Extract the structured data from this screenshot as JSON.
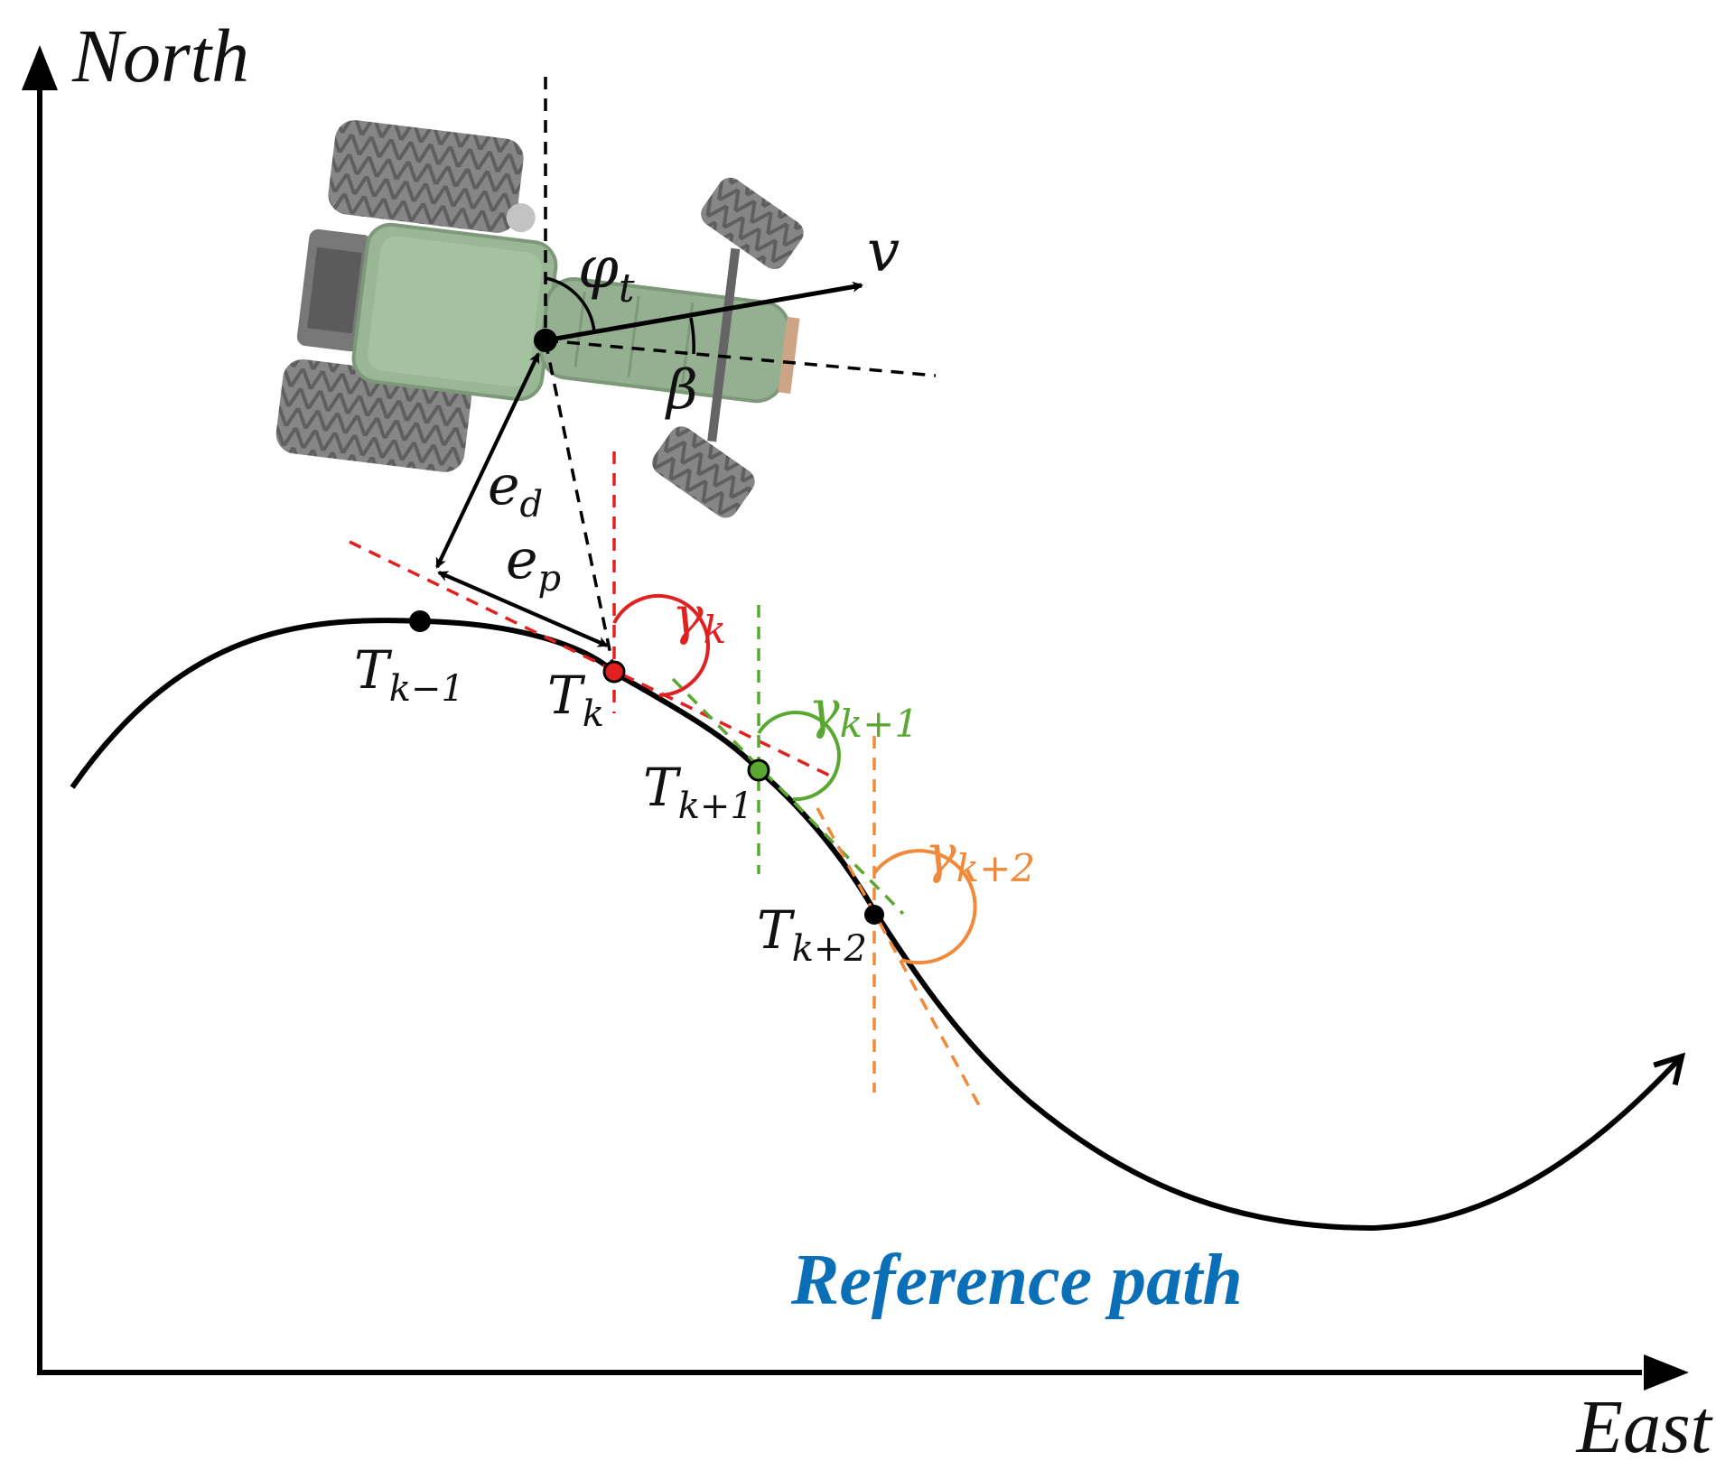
{
  "axes": {
    "north_label": "North",
    "east_label": "East"
  },
  "labels": {
    "velocity": "v",
    "heading": "φ",
    "heading_sub": "t",
    "slip": "β",
    "lateral_error": "e",
    "lateral_error_sub": "d",
    "preview_error": "e",
    "preview_error_sub": "p",
    "reference_path": "Reference path"
  },
  "points": [
    {
      "name": "T",
      "sub": "k−1"
    },
    {
      "name": "T",
      "sub": "k"
    },
    {
      "name": "T",
      "sub": "k+1"
    },
    {
      "name": "T",
      "sub": "k+2"
    }
  ],
  "angles": [
    {
      "symbol": "γ",
      "sub": "k",
      "color": "#e0211f"
    },
    {
      "symbol": "γ",
      "sub": "k+1",
      "color": "#5aa832"
    },
    {
      "symbol": "γ",
      "sub": "k+2",
      "color": "#f08a3a"
    }
  ],
  "colors": {
    "reference_path": "#0b6fb8",
    "tractor_body": "#8fb08a",
    "tire": "#6e6e6e",
    "line": "#000000"
  },
  "icons": {
    "vehicle": "tractor-icon"
  }
}
